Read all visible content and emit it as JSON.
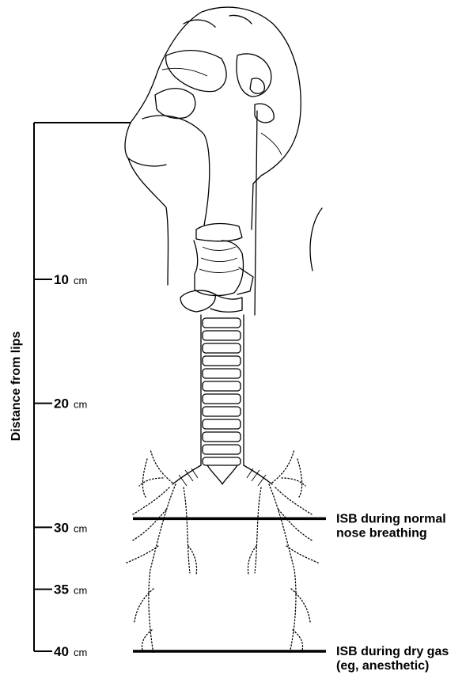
{
  "axis": {
    "title": "Distance from lips",
    "unit": "cm",
    "ticks": [
      {
        "id": "10",
        "label": "10",
        "value": 10
      },
      {
        "id": "20",
        "label": "20",
        "value": 20
      },
      {
        "id": "30",
        "label": "30",
        "value": 30
      },
      {
        "id": "35",
        "label": "35",
        "value": 35
      },
      {
        "id": "40",
        "label": "40",
        "value": 40
      }
    ]
  },
  "markers": {
    "normal": {
      "value": 29.3,
      "line1": "ISB during normal",
      "line2": "nose breathing"
    },
    "dry": {
      "value": 40,
      "line1": "ISB during dry gas",
      "line2": "(eg, anesthetic)"
    }
  }
}
